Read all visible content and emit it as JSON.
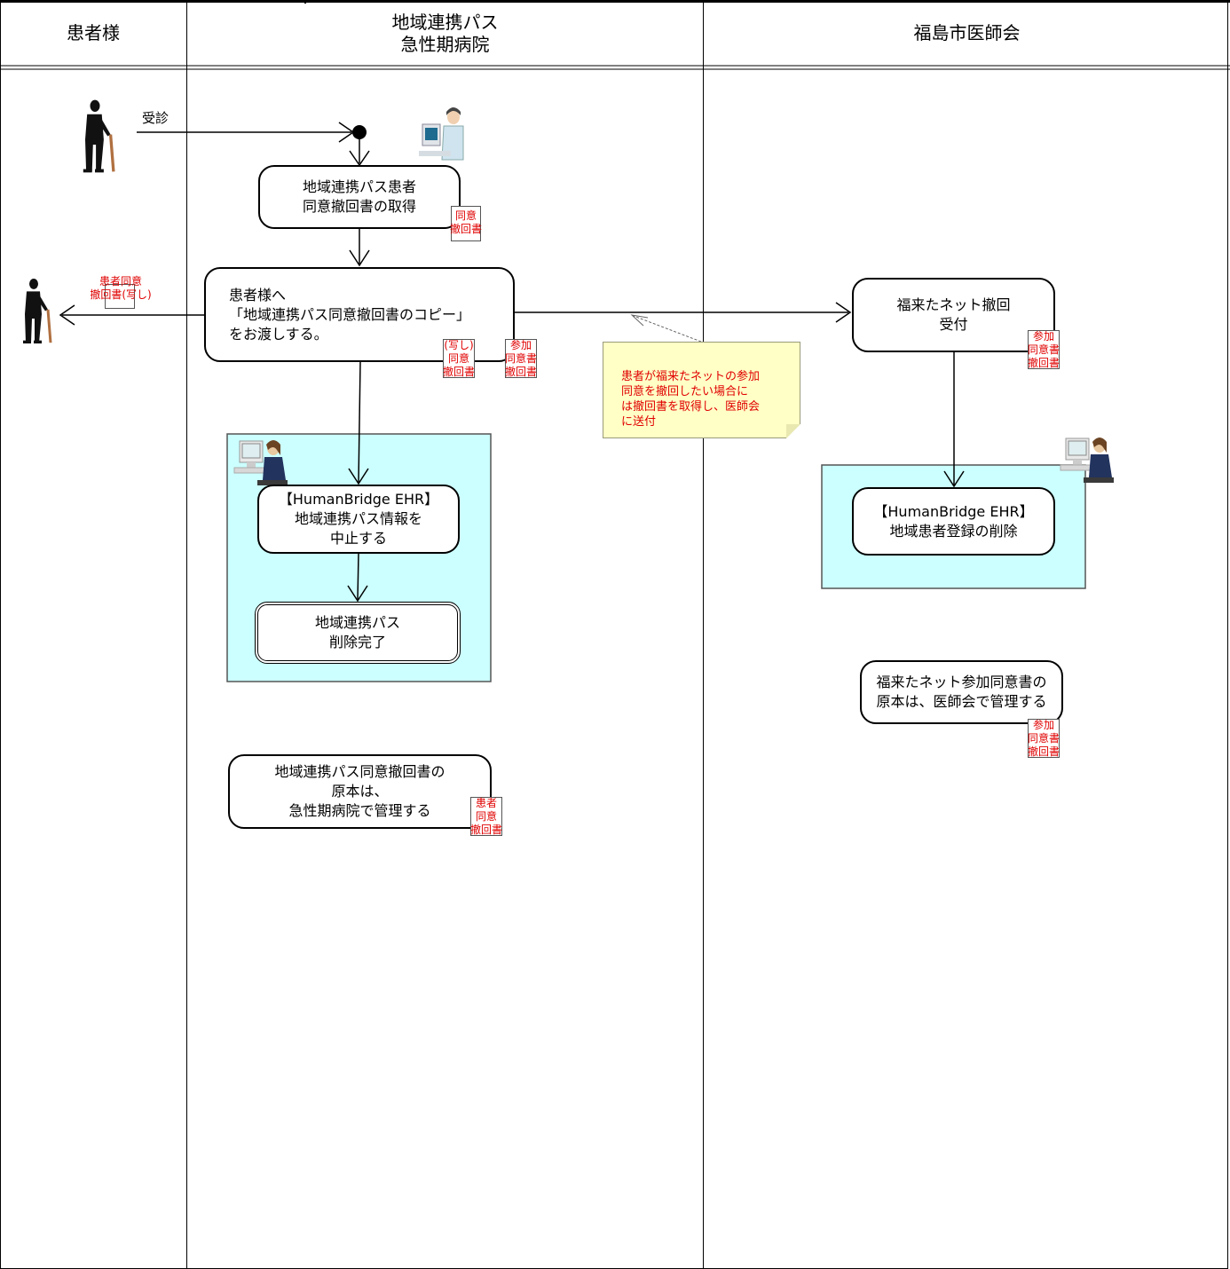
{
  "lanes": {
    "patient": "患者様",
    "hospital": "地域連携パス\n急性期病院",
    "medical_assoc": "福島市医師会"
  },
  "connectors": {
    "visit": "受診"
  },
  "boxes": {
    "obtain_withdrawal": "地域連携パス患者\n同意撤回書の取得",
    "hand_copy": "患者様へ\n「地域連携パス同意撤回書のコピー」\nをお渡しする。",
    "receive_withdrawal": "福来たネット撤回\n受付",
    "stop_path_info": "【HumanBridge EHR】\n地域連携パス情報を\n中止する",
    "delete_complete": "地域連携パス\n削除完了",
    "delete_registration": "【HumanBridge EHR】\n地域患者登録の削除",
    "original_assoc": "福来たネット参加同意書の\n原本は、医師会で管理する",
    "original_hospital": "地域連携パス同意撤回書の\n原本は、\n急性期病院で管理する"
  },
  "documents": {
    "consent_withdrawal": "同意\n撤回書",
    "patient_copy": "患者同意\n撤回書(写し)",
    "copy_withdrawal": "(写し)\n同意\n撤回書",
    "join_withdrawal_1": "参加\n同意書\n撤回書",
    "join_withdrawal_2": "参加\n同意書\n撤回書",
    "join_withdrawal_3": "参加\n同意書\n撤回書",
    "patient_withdrawal": "患者\n同意\n撤回書"
  },
  "note": {
    "text": "患者が福来たネットの参加\n同意を撤回したい場合に\nは撤回書を取得し、医師会\nに送付"
  },
  "colors": {
    "system_area": "#ccffff",
    "note_bg": "#ffffc6",
    "doc_text": "#e00000"
  },
  "icons": [
    "person-with-cane-icon",
    "person-with-cane-icon",
    "doctor-at-computer-icon",
    "operator-at-computer-icon",
    "operator-at-computer-icon"
  ]
}
